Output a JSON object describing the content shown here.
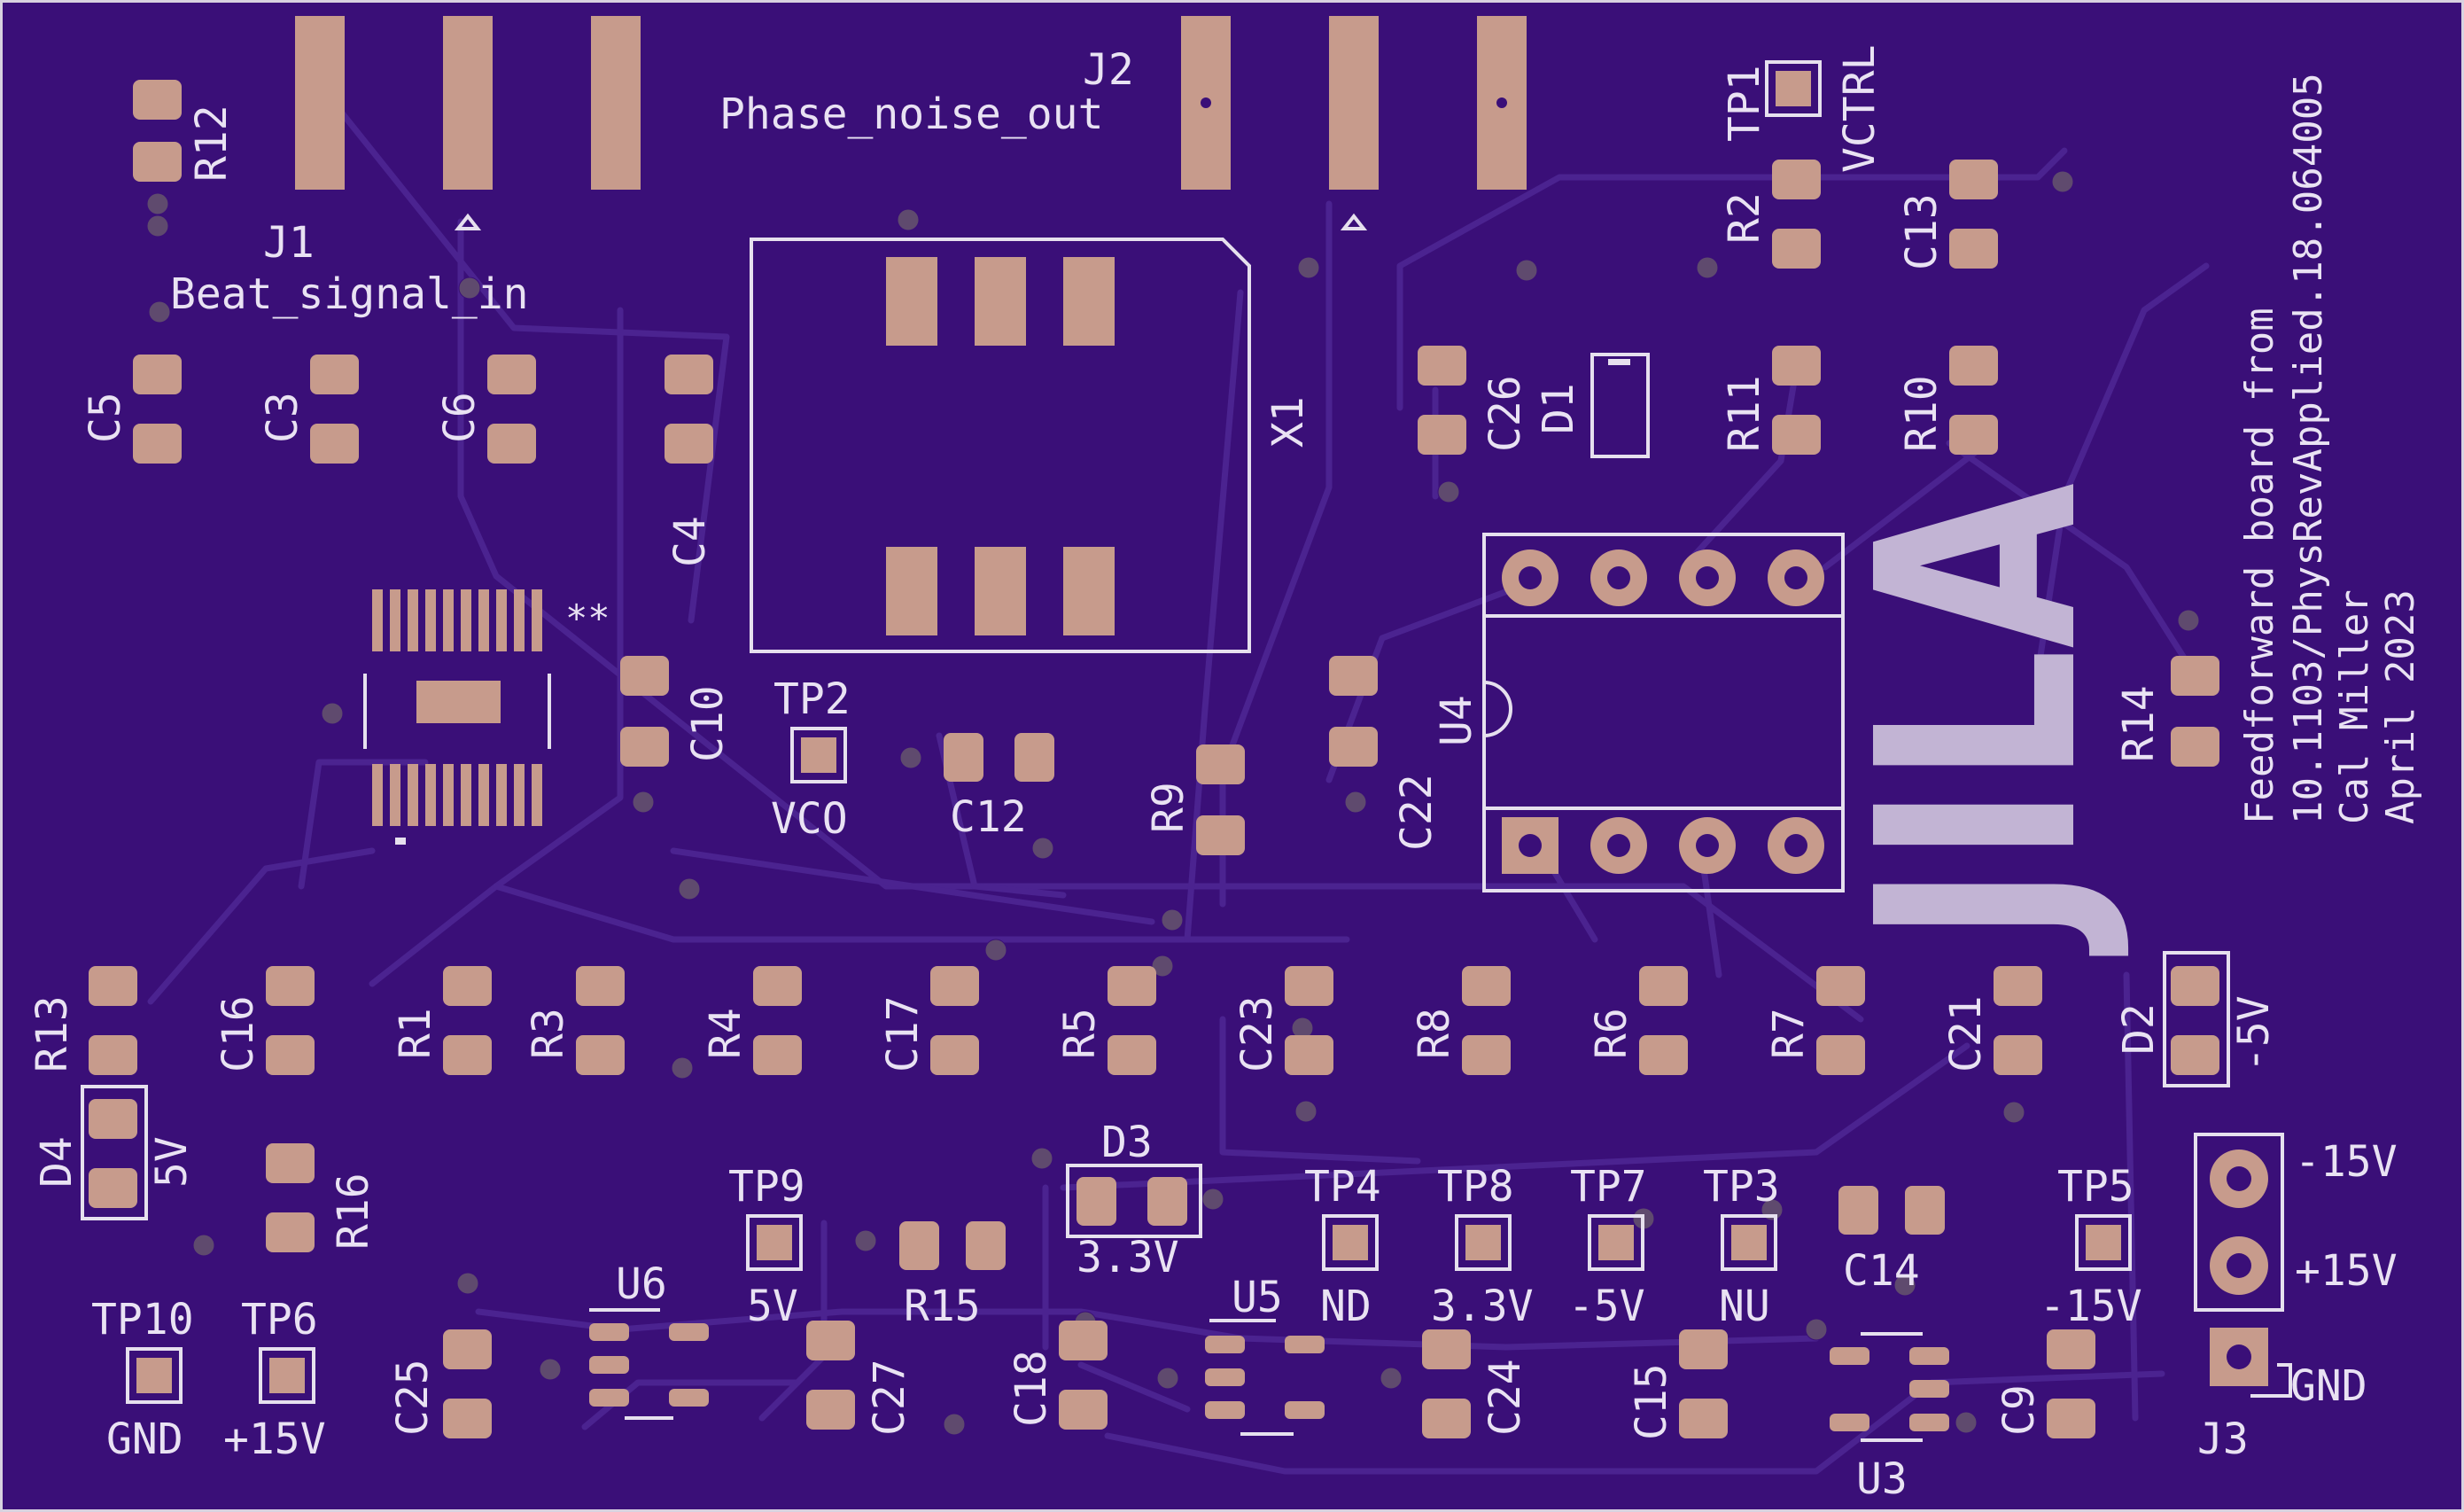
{
  "board": {
    "colors": {
      "substrate": "#3a0f78",
      "copper_pad": "#c79b8c",
      "silkscreen": "#e6e0ee",
      "logo": "#c2b4d4",
      "trace": "#4b2390"
    }
  },
  "connectors": {
    "j1_ref": "J1",
    "j1_name": "Beat_signal_in",
    "j2_ref": "J2",
    "j2_name": "Phase_noise_out",
    "j3_ref": "J3",
    "j3_pins": [
      "-15V",
      "+15V",
      "GND"
    ]
  },
  "crystal": {
    "ref": "X1"
  },
  "ic": {
    "u3": "U3",
    "u4": "U4",
    "u5": "U5",
    "u6": "U6",
    "ic_marker": "**"
  },
  "diodes": {
    "d1": "D1",
    "d2": "D2",
    "d2_value": "-5V",
    "d3": "D3",
    "d3_value": "3.3V",
    "d4": "D4",
    "d4_value": "5V"
  },
  "resistors": [
    "R1",
    "R2",
    "R3",
    "R4",
    "R5",
    "R6",
    "R7",
    "R8",
    "R9",
    "R10",
    "R11",
    "R12",
    "R13",
    "R14",
    "R15",
    "R16"
  ],
  "capacitors": [
    "C3",
    "C4",
    "C5",
    "C6",
    "C9",
    "C10",
    "C12",
    "C13",
    "C14",
    "C15",
    "C16",
    "C17",
    "C18",
    "C21",
    "C22",
    "C23",
    "C24",
    "C25",
    "C26",
    "C27"
  ],
  "testpoints": [
    {
      "ref": "TP1",
      "label": "VCTRL"
    },
    {
      "ref": "TP2",
      "label": "VCO"
    },
    {
      "ref": "TP3",
      "label": "NU"
    },
    {
      "ref": "TP4",
      "label": "ND"
    },
    {
      "ref": "TP5",
      "label": "-15V"
    },
    {
      "ref": "TP6",
      "label": "+15V"
    },
    {
      "ref": "TP7",
      "label": "-5V"
    },
    {
      "ref": "TP8",
      "label": "3.3V"
    },
    {
      "ref": "TP9",
      "label": "5V"
    },
    {
      "ref": "TP10",
      "label": "GND"
    }
  ],
  "notes": {
    "line1": "Feedforward board from",
    "line2": "10.1103/PhysRevApplied.18.064005",
    "line3": "Cal Miller",
    "line4": "April 2023"
  },
  "logo": {
    "text": "JILA"
  }
}
